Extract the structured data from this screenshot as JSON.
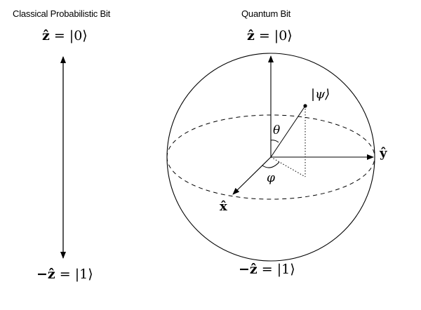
{
  "classical": {
    "title": "Classical Probabilistic Bit",
    "top_label": {
      "lhs": "ẑ",
      "rhs": " = |0⟩"
    },
    "bottom_label": {
      "lhs": "−ẑ",
      "rhs": " = |1⟩"
    }
  },
  "quantum": {
    "title": "Quantum Bit",
    "top_label": {
      "lhs": "ẑ",
      "rhs": " = |0⟩"
    },
    "bottom_label": {
      "lhs": "−ẑ",
      "rhs": " = |1⟩"
    },
    "state_label": "|ψ⟩",
    "theta_label": "θ",
    "phi_label": "φ",
    "x_axis_label": "x̂",
    "y_axis_label": "ŷ"
  }
}
